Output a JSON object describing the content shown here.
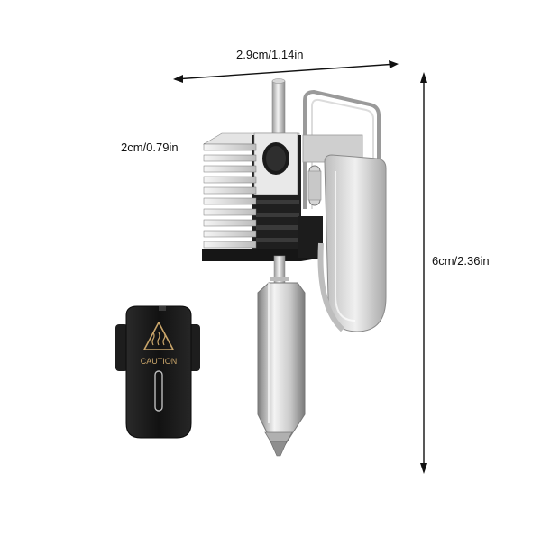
{
  "dimensions": {
    "width": "2.9cm/1.14in",
    "depth": "2cm/0.79in",
    "height": "6cm/2.36in"
  },
  "cover": {
    "warning": "CAUTION"
  },
  "icons": {
    "warning": "hot-surface-warning-icon"
  },
  "colors": {
    "metal_light": "#e6e6e6",
    "metal_dark": "#8a8a8a",
    "heatsink_dark": "#1a1a1a",
    "cover_black": "#161616",
    "caution_gold": "#c9a56a"
  }
}
